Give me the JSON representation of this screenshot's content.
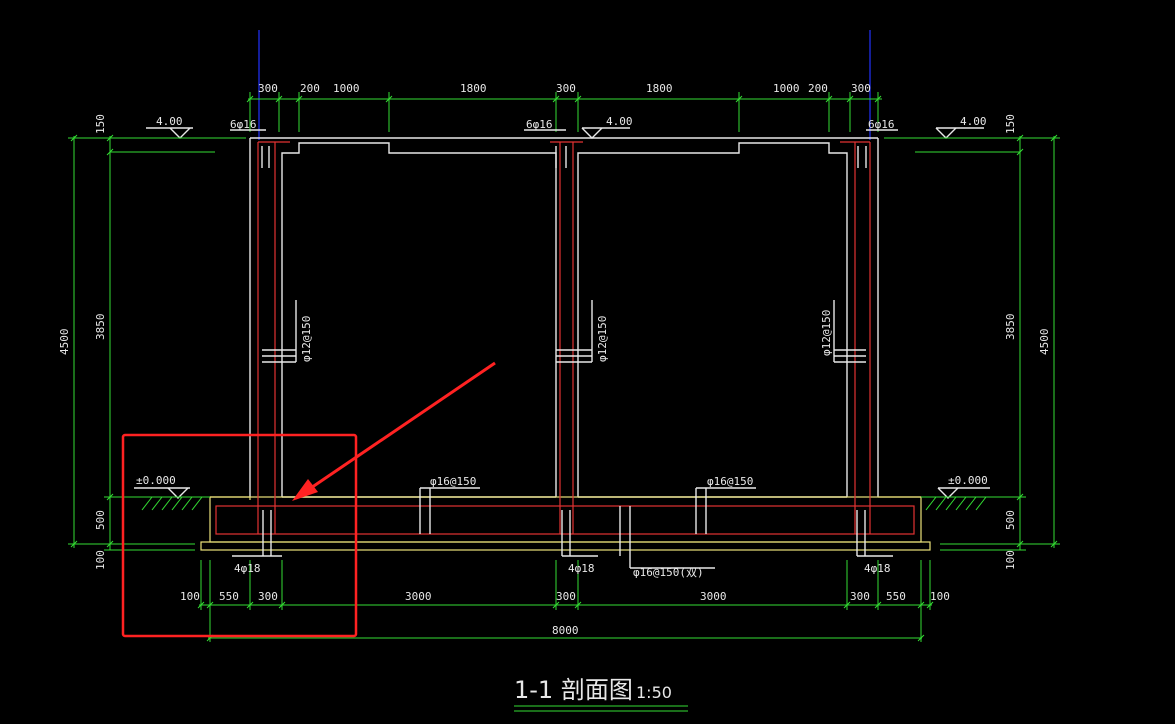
{
  "drawing": {
    "title": "1-1  剖面图",
    "scale": "1:50"
  },
  "top_dims": [
    "300",
    "200",
    "1000",
    "1800",
    "300",
    "1800",
    "1000",
    "200",
    "300"
  ],
  "bottom_dims": [
    "100",
    "550",
    "300",
    "3000",
    "300",
    "3000",
    "300",
    "550",
    "100"
  ],
  "total_width": "8000",
  "left_dims": {
    "top": "150",
    "middle": "3850",
    "base": "500",
    "bottom": "100",
    "overall": "4500"
  },
  "right_dims": {
    "top": "150",
    "middle": "3850",
    "base": "500",
    "bottom": "100",
    "overall": "4500"
  },
  "elevations": {
    "top_left": "4.00",
    "top_mid": "4.00",
    "top_right": "4.00",
    "ground_left": "±0.000",
    "ground_right": "±0.000"
  },
  "rebar_labels": {
    "top_left": "6φ16",
    "top_mid": "6φ16",
    "top_right": "6φ16",
    "wall_left": "φ12@150",
    "wall_mid": "φ12@150",
    "wall_right": "φ12@150",
    "slab_left": "φ16@150",
    "slab_right": "φ16@150",
    "bottom_left": "4φ18",
    "bottom_mid": "4φ18",
    "bottom_right": "4φ18",
    "bottom_slab": "φ16@150(双)"
  },
  "colors": {
    "background": "#000000",
    "dimension": "#33dd33",
    "outline": "#e8e8e8",
    "foundation": "#ece27a",
    "rebar": "#e23232",
    "axis": "#2233ff",
    "annotation": "#ff2222"
  }
}
